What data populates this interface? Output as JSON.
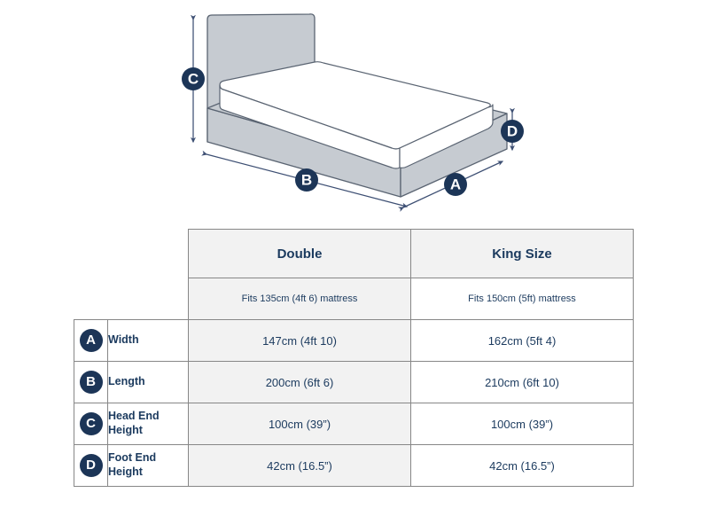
{
  "diagram": {
    "markers": [
      {
        "id": "C",
        "letter": "C",
        "measures": "head-end-height"
      },
      {
        "id": "B",
        "letter": "B",
        "measures": "length"
      },
      {
        "id": "A",
        "letter": "A",
        "measures": "width"
      },
      {
        "id": "D",
        "letter": "D",
        "measures": "foot-end-height"
      }
    ],
    "colors": {
      "frame_fill": "#c6cbd1",
      "mattress_fill": "#ffffff",
      "outline": "#5a6472",
      "badge": "#1c3557",
      "arrow": "#3d4f73"
    }
  },
  "table": {
    "columns": [
      {
        "key": "double",
        "label": "Double",
        "subtitle": "Fits 135cm (4ft 6) mattress"
      },
      {
        "key": "king",
        "label": "King Size",
        "subtitle": "Fits 150cm (5ft) mattress"
      }
    ],
    "rows": [
      {
        "badge": "A",
        "label": "Width",
        "double": "147cm (4ft 10)",
        "king": "162cm (5ft 4)"
      },
      {
        "badge": "B",
        "label": "Length",
        "double": "200cm (6ft 6)",
        "king": "210cm (6ft 10)"
      },
      {
        "badge": "C",
        "label": "Head End Height",
        "double": "100cm (39”)",
        "king": "100cm (39”)"
      },
      {
        "badge": "D",
        "label": "Foot End Height",
        "double": "42cm (16.5”)",
        "king": "42cm (16.5”)"
      }
    ]
  }
}
